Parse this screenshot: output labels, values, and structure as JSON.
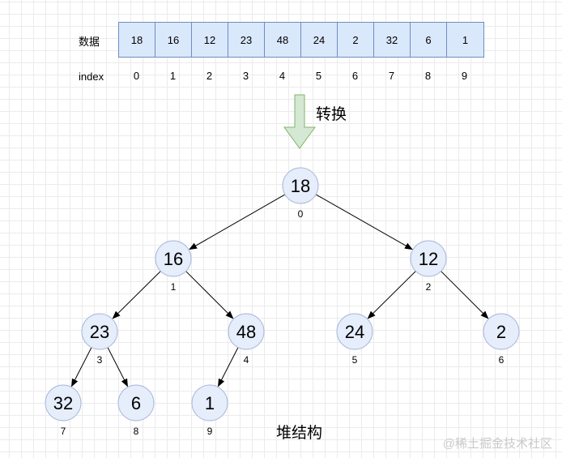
{
  "array": {
    "values_label": "数据",
    "index_label": "index",
    "values": [
      "18",
      "16",
      "12",
      "23",
      "48",
      "24",
      "2",
      "32",
      "6",
      "1"
    ],
    "indices": [
      "0",
      "1",
      "2",
      "3",
      "4",
      "5",
      "6",
      "7",
      "8",
      "9"
    ]
  },
  "arrow_label": "转换",
  "heap": {
    "nodes": [
      {
        "value": "18",
        "index": "0"
      },
      {
        "value": "16",
        "index": "1"
      },
      {
        "value": "12",
        "index": "2"
      },
      {
        "value": "23",
        "index": "3"
      },
      {
        "value": "48",
        "index": "4"
      },
      {
        "value": "24",
        "index": "5"
      },
      {
        "value": "2",
        "index": "6"
      },
      {
        "value": "32",
        "index": "7"
      },
      {
        "value": "6",
        "index": "8"
      },
      {
        "value": "1",
        "index": "9"
      }
    ],
    "edges": [
      [
        0,
        1
      ],
      [
        0,
        2
      ],
      [
        1,
        3
      ],
      [
        1,
        4
      ],
      [
        2,
        5
      ],
      [
        2,
        6
      ],
      [
        3,
        7
      ],
      [
        3,
        8
      ],
      [
        4,
        9
      ]
    ],
    "caption": "堆结构"
  },
  "colors": {
    "cell_fill": "#dae8fc",
    "cell_border": "#6c8ebf",
    "node_fill": "#e6edfb",
    "node_border": "#a8b8d8",
    "arrow_fill": "#d5e8d4",
    "arrow_border": "#82b366"
  },
  "watermark": "@稀土掘金技术社区"
}
